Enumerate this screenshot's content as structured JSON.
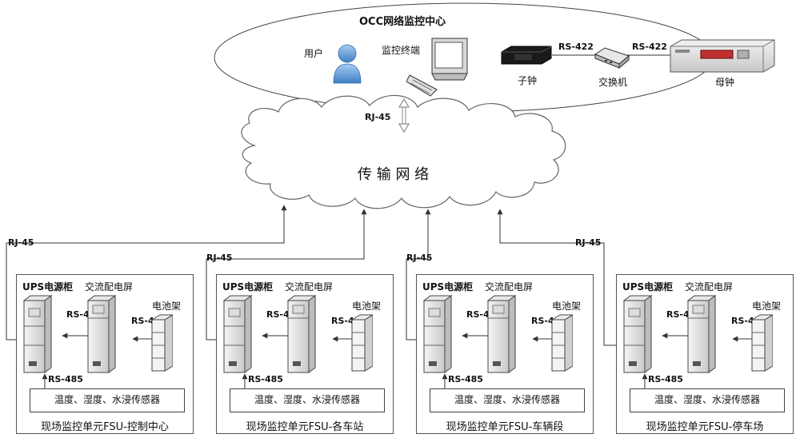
{
  "occ": {
    "title": "OCC网络监控中心",
    "user_label": "用户",
    "terminal_label": "监控终端",
    "sub_clock_label": "子钟",
    "switch_label": "交换机",
    "master_clock_label": "母钟",
    "link_sub_switch": "RS-422",
    "link_switch_master": "RS-422"
  },
  "network": {
    "label": "传 输 网 络",
    "occ_link": "RJ-45"
  },
  "sites": [
    {
      "title": "现场监控单元FSU-控制中心",
      "uplink": "RJ-45",
      "ups_label": "UPS电源柜",
      "ac_label": "交流配电屏",
      "battery_label": "电池架",
      "link_ac_ups": "RS-485",
      "link_battery_ac": "RS-485",
      "link_sensor_ups": "RS-485",
      "sensor_label": "温度、湿度、水浸传感器"
    },
    {
      "title": "现场监控单元FSU-各车站",
      "uplink": "RJ-45",
      "ups_label": "UPS电源柜",
      "ac_label": "交流配电屏",
      "battery_label": "电池架",
      "link_ac_ups": "RS-485",
      "link_battery_ac": "RS-485",
      "link_sensor_ups": "RS-485",
      "sensor_label": "温度、湿度、水浸传感器"
    },
    {
      "title": "现场监控单元FSU-车辆段",
      "uplink": "RJ-45",
      "ups_label": "UPS电源柜",
      "ac_label": "交流配电屏",
      "battery_label": "电池架",
      "link_ac_ups": "RS-485",
      "link_battery_ac": "RS-485",
      "link_sensor_ups": "RS-485",
      "sensor_label": "温度、湿度、水浸传感器"
    },
    {
      "title": "现场监控单元FSU-停车场",
      "uplink": "RJ-45",
      "ups_label": "UPS电源柜",
      "ac_label": "交流配电屏",
      "battery_label": "电池架",
      "link_ac_ups": "RS-485",
      "link_battery_ac": "RS-485",
      "link_sensor_ups": "RS-485",
      "sensor_label": "温度、湿度、水浸传感器"
    }
  ]
}
